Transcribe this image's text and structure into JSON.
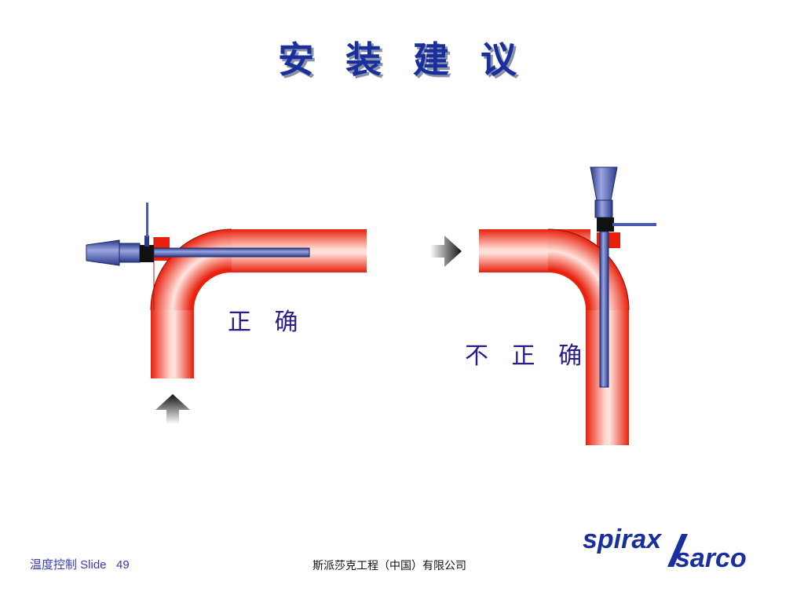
{
  "slide": {
    "title": "安 装 建 议",
    "label_correct": "正 确",
    "label_incorrect": "不 正 确"
  },
  "footer": {
    "left_text": "温度控制 Slide   49",
    "center_text": "斯派莎克工程（中国）有限公司"
  },
  "logo": {
    "line1": "spirax",
    "line2": "sarco"
  },
  "colors": {
    "pipe_red": "#f2321a",
    "title_blue": "#1a2f9e",
    "probe_blue": "#4a5ab0",
    "label_purple": "#2b1a8c",
    "logo_blue": "#1a2f9e"
  }
}
